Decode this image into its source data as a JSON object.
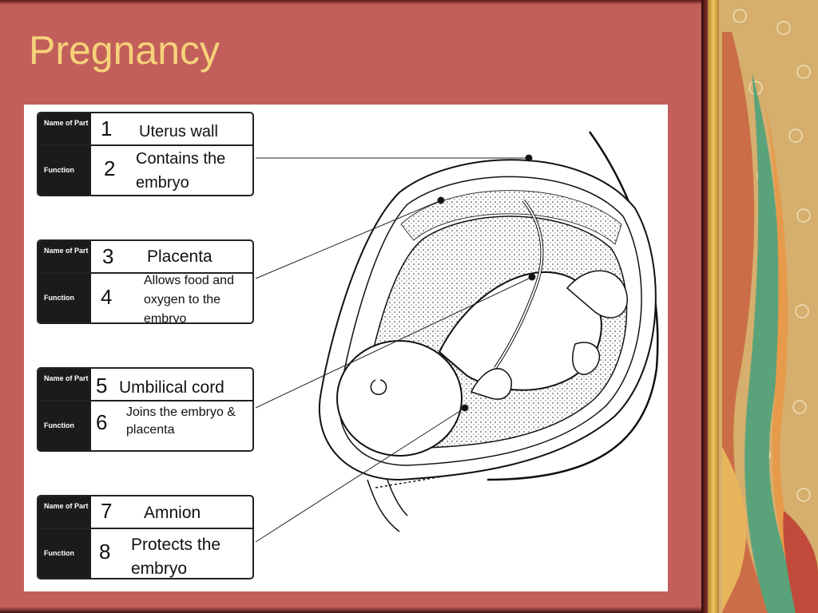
{
  "slide": {
    "title": "Pregnancy"
  },
  "card_headers": {
    "name_of_part": "Name of Part",
    "function": "Function"
  },
  "cards": [
    {
      "name_number": "1",
      "name": "Uterus wall",
      "function_number": "2",
      "function": "Contains the embryo"
    },
    {
      "name_number": "3",
      "name": "Placenta",
      "function_number": "4",
      "function": "Allows food and oxygen to the embryo"
    },
    {
      "name_number": "5",
      "name": "Umbilical cord",
      "function_number": "6",
      "function": "Joins the embryo & placenta"
    },
    {
      "name_number": "7",
      "name": "Amnion",
      "function_number": "8",
      "function": "Protects the embryo"
    }
  ],
  "colors": {
    "background": "#c35f5a",
    "title": "#f6d27a",
    "figure_bg": "#ffffff"
  }
}
